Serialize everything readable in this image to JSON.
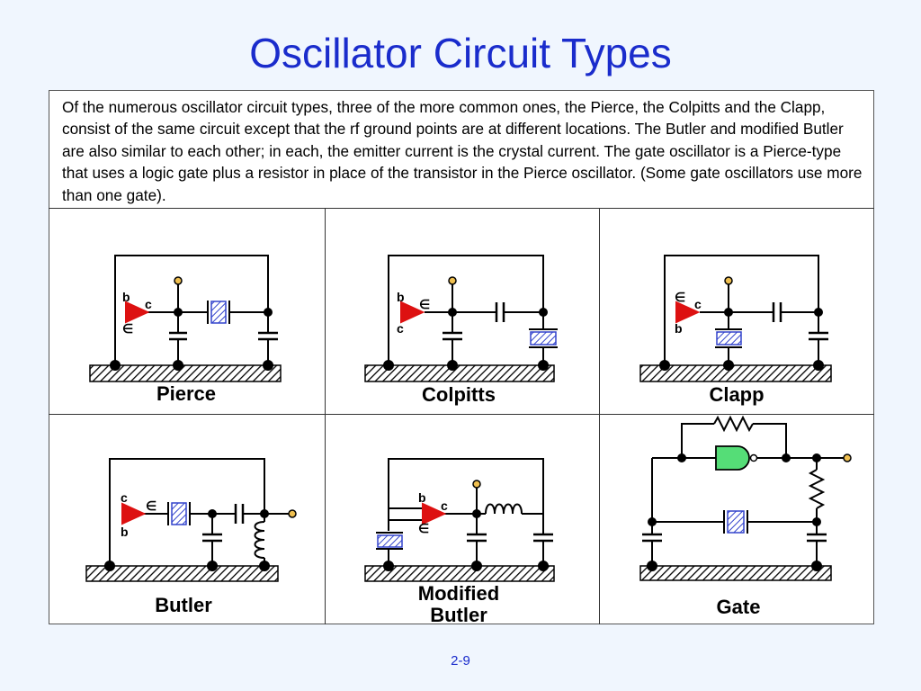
{
  "title": "Oscillator Circuit Types",
  "description": "Of the numerous oscillator circuit types, three of the more common ones, the Pierce, the Colpitts and the Clapp, consist of the same circuit except that the rf ground points are at different locations.  The Butler and modified Butler are also similar to each other; in each, the emitter current is the crystal current.  The gate oscillator is a Pierce-type that uses a logic gate plus a resistor in place of the transistor in the Pierce oscillator.  (Some gate oscillators use more than one gate).",
  "page_number": "2-9",
  "terminal_labels": {
    "base": "b",
    "collector": "c",
    "emitter": "∈"
  },
  "circuits": {
    "pierce": {
      "label": "Pierce"
    },
    "colpitts": {
      "label": "Colpitts"
    },
    "clapp": {
      "label": "Clapp"
    },
    "butler": {
      "label": "Butler"
    },
    "modified_butler": {
      "label_line1": "Modified",
      "label_line2": "Butler"
    },
    "gate": {
      "label": "Gate"
    }
  },
  "colors": {
    "title": "#1a2ccc",
    "transistor": "#dd1111",
    "gate": "#55dd77",
    "crystal": "#3344cc",
    "terminal": "#f0c050"
  }
}
